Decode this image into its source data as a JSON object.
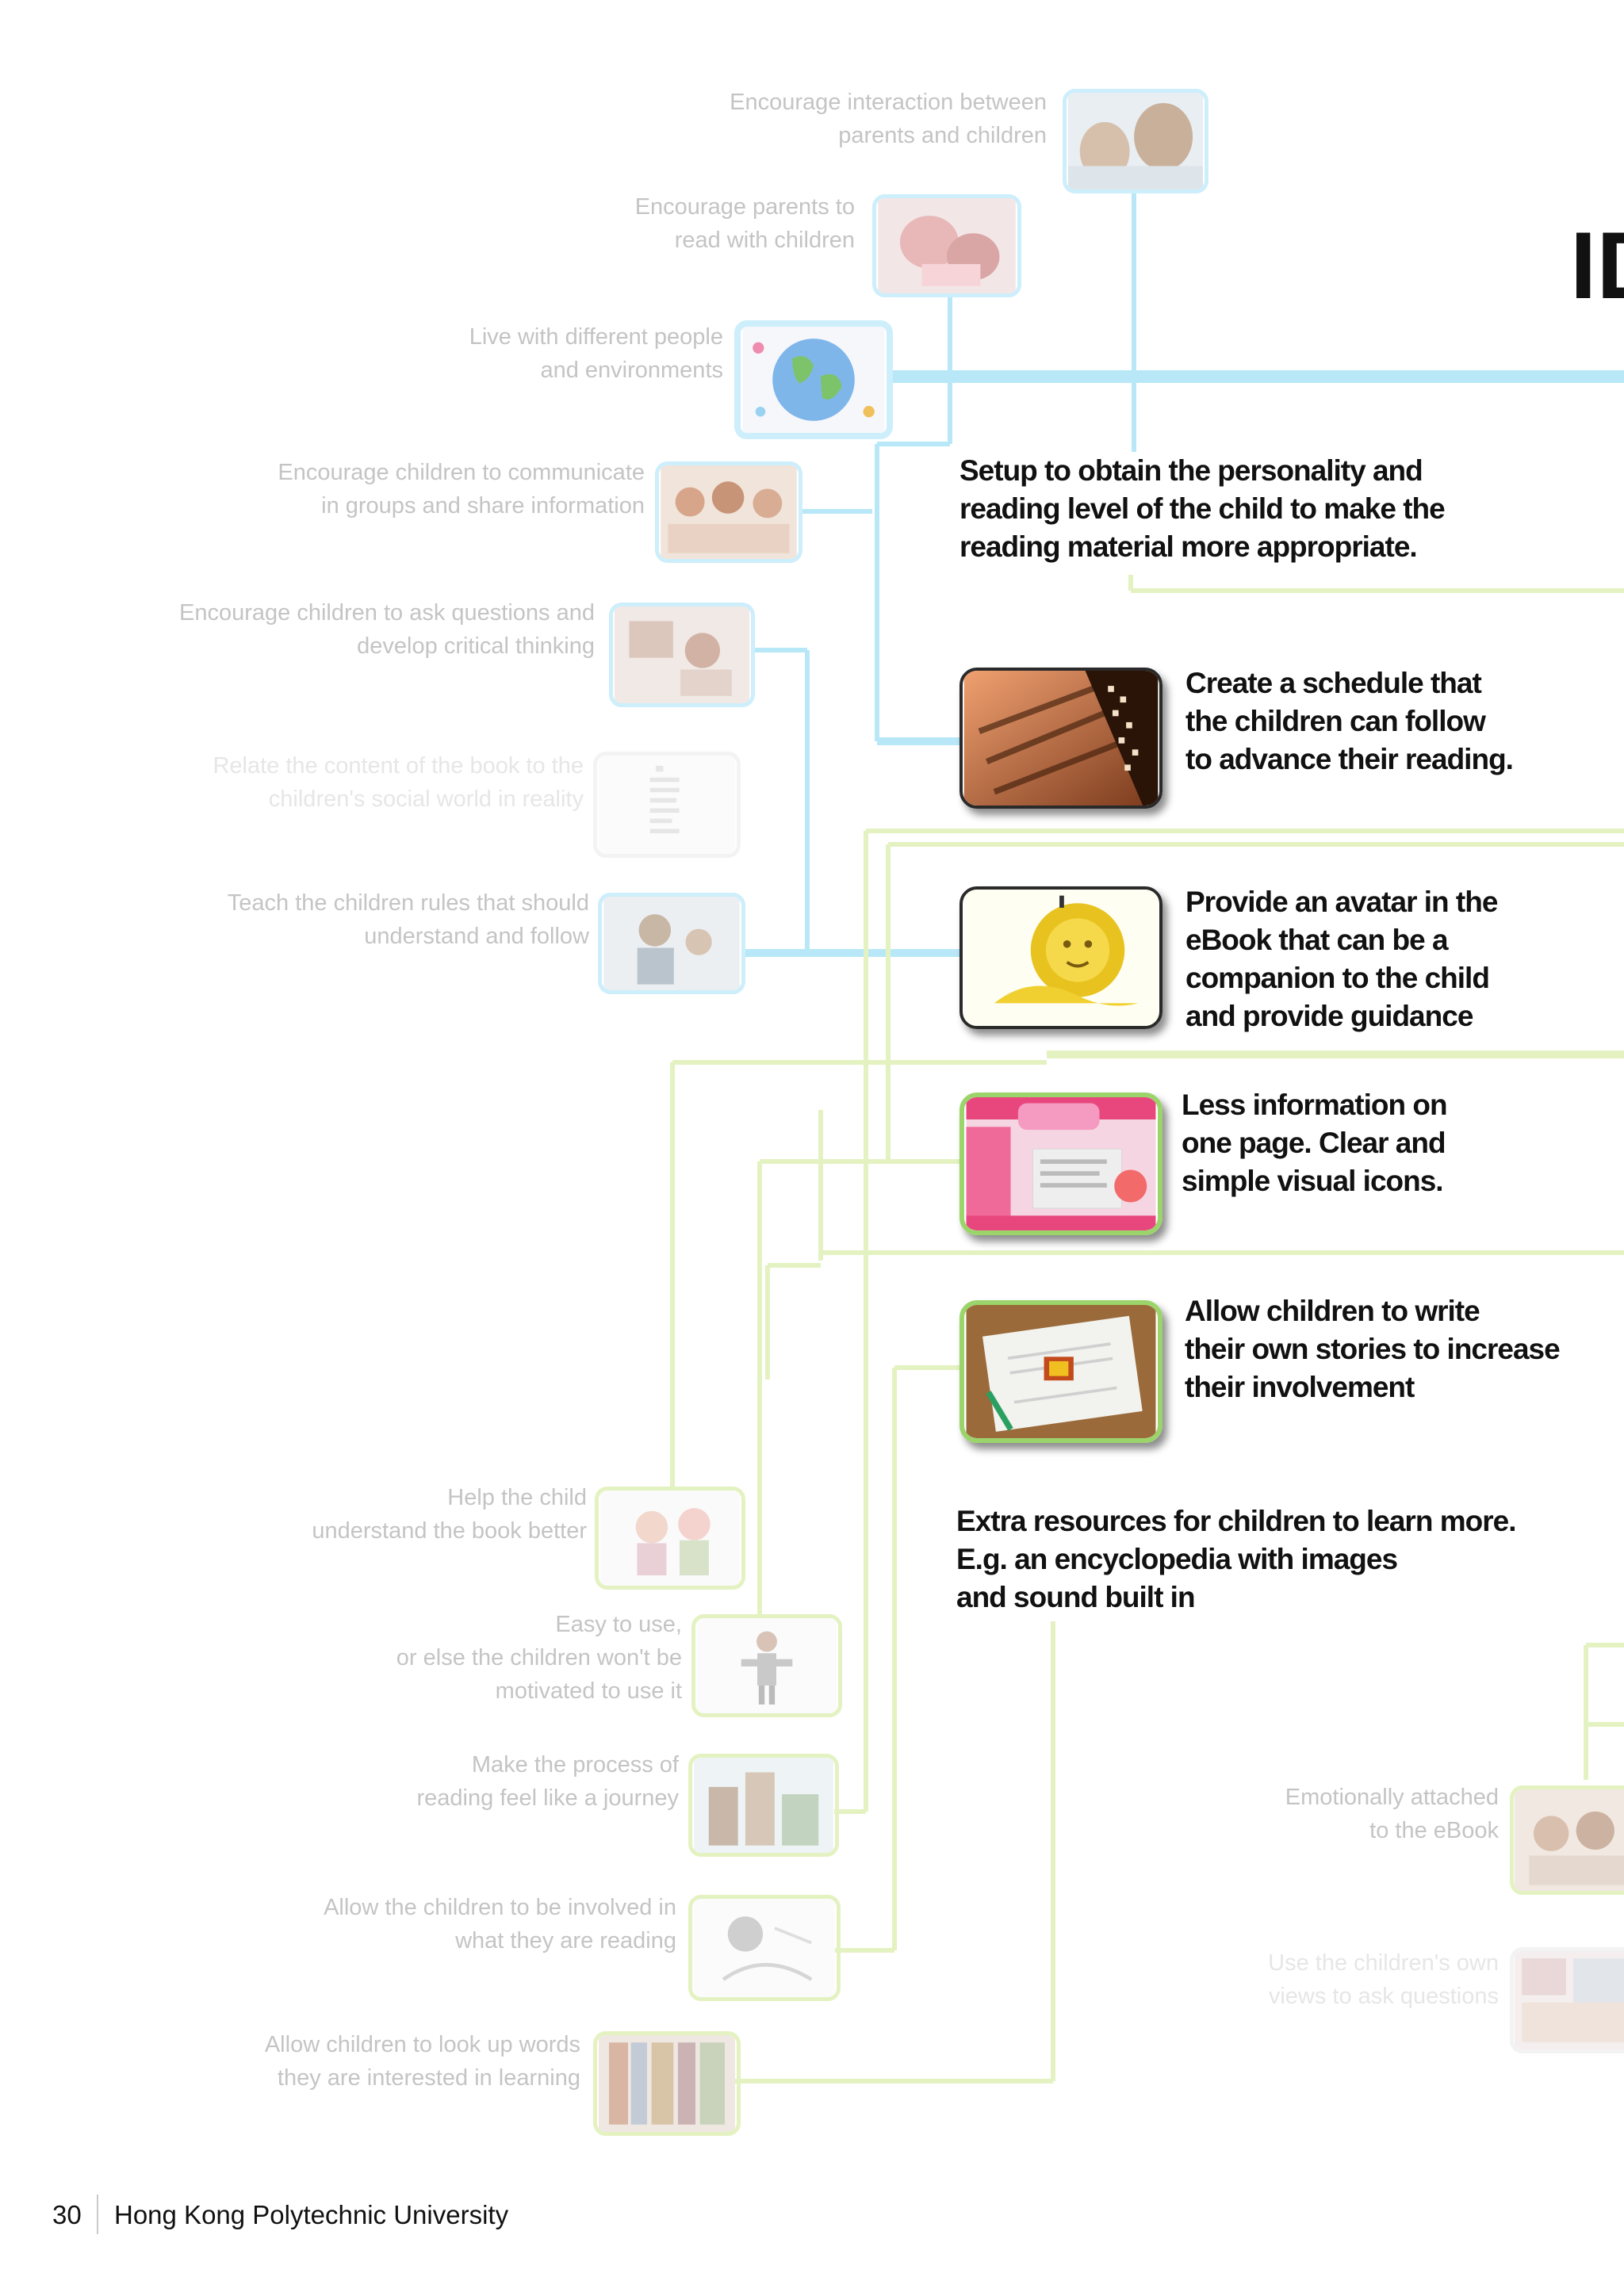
{
  "page_title_fragment": "ID",
  "left_nodes": [
    {
      "id": "n1",
      "text": "Encourage interaction between\nparents and children",
      "icon": "parents-children-photo-icon"
    },
    {
      "id": "n2",
      "text": "Encourage parents to\nread with children",
      "icon": "parent-reading-photo-icon"
    },
    {
      "id": "n3",
      "text": "Live with different people\nand environments",
      "icon": "globe-icon"
    },
    {
      "id": "n4",
      "text": "Encourage children to communicate\nin groups and share information",
      "icon": "group-children-photo-icon"
    },
    {
      "id": "n5",
      "text": "Encourage children to ask questions and\ndevelop critical thinking",
      "icon": "classroom-photo-icon"
    },
    {
      "id": "n6",
      "text": "Relate the content of the book to the\nchildren's social world in reality",
      "icon": "text-page-icon"
    },
    {
      "id": "n7",
      "text": "Teach the children rules that should\nunderstand and follow",
      "icon": "teacher-child-photo-icon"
    },
    {
      "id": "n8",
      "text": "Help the child\nunderstand the book better",
      "icon": "cartoon-kids-icon"
    },
    {
      "id": "n9",
      "text": "Easy to use,\nor else the children won't be\nmotivated to use it",
      "icon": "figure-icon"
    },
    {
      "id": "n10",
      "text": "Make the process of\nreading feel like a journey",
      "icon": "journey-photo-icon"
    },
    {
      "id": "n11",
      "text": "Allow the children to be involved in\nwhat they are reading",
      "icon": "sketch-drawing-icon"
    },
    {
      "id": "n12",
      "text": "Allow children to look up words\nthey are interested in learning",
      "icon": "bookshelf-photo-icon"
    }
  ],
  "right_nodes": [
    {
      "id": "r1",
      "text": "Emotionally attached\nto the eBook",
      "icon": "family-photo-icon"
    },
    {
      "id": "r2",
      "text": "Use the children's own\nviews to ask questions",
      "icon": "collage-photo-icon"
    }
  ],
  "ideas": [
    {
      "id": "i1",
      "text": "Setup to obtain the personality and\nreading level of the child to make the\nreading material more appropriate.",
      "icon": ""
    },
    {
      "id": "i2",
      "text": "Create a schedule that\nthe children can follow\nto advance their reading.",
      "icon": "calendar-icon"
    },
    {
      "id": "i3",
      "text": "Provide an avatar in the\neBook that can be a\ncompanion to the child\nand provide guidance",
      "icon": "lion-avatar-icon"
    },
    {
      "id": "i4",
      "text": "Less information on\none page. Clear and\nsimple visual icons.",
      "icon": "simple-interface-icon"
    },
    {
      "id": "i5",
      "text": "Allow children to write\ntheir own stories to increase\ntheir involvement",
      "icon": "writing-book-icon"
    },
    {
      "id": "i6",
      "text": "Extra resources for children to learn more.\nE.g. an encyclopedia with images\nand sound built in",
      "icon": ""
    }
  ],
  "footer": {
    "page_number": "30",
    "publisher": "Hong Kong Polytechnic University"
  },
  "colors": {
    "blue_line": "#b8e8f8",
    "green_line": "#e4f2c2",
    "faded_text": "#c4c4c4",
    "card_shadow": "#000000"
  }
}
